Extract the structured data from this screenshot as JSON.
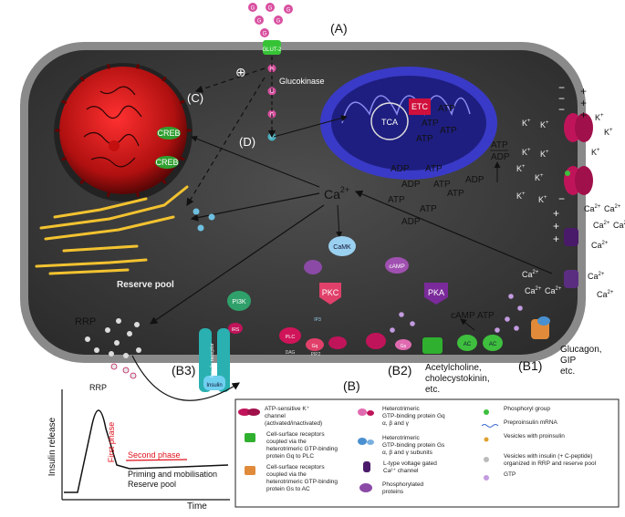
{
  "labels": {
    "A": "(A)",
    "B": "(B)",
    "B1": "(B1)",
    "B2": "(B2)",
    "B3": "(B3)",
    "C": "(C)",
    "D": "(D)",
    "plus": "⊕",
    "glucokinase": "Glucokinase",
    "glut2": "GLUT-2",
    "g": "G",
    "tca": "TCA",
    "etc": "ETC",
    "atp": "ATP",
    "adp": "ADP",
    "atp_adp_top": "ATP",
    "atp_adp_bottom": "ADP",
    "ca2": "Ca",
    "ca2_sup": "2+",
    "camp": "cAMP",
    "camk": "CaMK",
    "pkc": "PKC",
    "pka": "PKA",
    "pi3k": "PI3K",
    "ip3": "IP3",
    "dag": "DAG",
    "pip2": "PIP2",
    "plc": "PLC",
    "gq": "Gq",
    "gs": "Gs",
    "ac": "AC",
    "creb": "CREB",
    "k": "K",
    "k_sup": "+",
    "reserve_pool": "Reserve pool",
    "rrp": "RRP",
    "insulin_receptor": "Insulin receptor",
    "insulin": "Insulin",
    "irs": "IRS",
    "glucagon": "Glucagon, GIP etc.",
    "glucagon_line1": "Glucagon,",
    "glucagon_line2": "GIP",
    "glucagon_line3": "etc.",
    "acetylcholine_line1": "Acetylcholine,",
    "acetylcholine_line2": "cholecystokinin,",
    "acetylcholine_line3": "etc.",
    "ip": "IP",
    "p": "P"
  },
  "graph": {
    "ylabel": "Insulin release",
    "xlabel": "Time",
    "rrp": "RRP",
    "first_phase": "First phase",
    "second_phase": "Second phase",
    "priming_line1": "Priming and mobilisation",
    "priming_line2": "Reserve pool"
  },
  "legend": [
    {
      "key": "katp",
      "text": "ATP-sensitive K⁺ channel (activated/inactivated)"
    },
    {
      "key": "gq_receptor",
      "text": "Cell-surface receptors coupled via the heterotrimeric GTP-binding protein Gq to PLC"
    },
    {
      "key": "gs_receptor",
      "text": "Cell-surface receptors coupled via the heterotrimeric GTP-binding protein Gs to AC"
    },
    {
      "key": "gq_protein",
      "text": "Heterotrimeric GTP-binding protein Gq α, β and γ"
    },
    {
      "key": "gs_protein",
      "text": "Heterotrimeric GTP-binding protein Gs α, β and γ subunits"
    },
    {
      "key": "ltype",
      "text": "L-type voltage gated Ca²⁺ channel"
    },
    {
      "key": "phospho_proteins",
      "text": "Phosphorylated proteins"
    },
    {
      "key": "phosphoryl",
      "text": "Phosphoryl group"
    },
    {
      "key": "mrna",
      "text": "Preproinsulin mRNA"
    },
    {
      "key": "proinsulin",
      "text": "Vesicles with proinsulin"
    },
    {
      "key": "vesicle_insulin",
      "text": "Vesicles with insulin (+ C-peptide) organized in RRP and reserve pool"
    },
    {
      "key": "gtp",
      "text": "GTP"
    }
  ],
  "colors": {
    "cell_border": "#6b6b6b",
    "cytoplasm": "#3f3f3f",
    "nucleus": "#b01818",
    "mito_outer": "#2e2eb0",
    "mito_inner": "#1a1a6e",
    "channel": "#c0145a",
    "gtp": "#c39be0",
    "glucose": "#d94fa0",
    "receptor_green": "#3ebf3e",
    "er": "#f2c230"
  }
}
